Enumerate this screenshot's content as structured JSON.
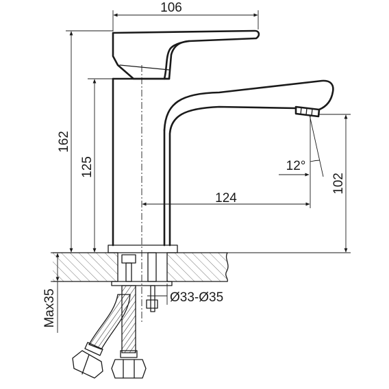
{
  "dimensions": {
    "width_top": "106",
    "height_total": "162",
    "height_body": "125",
    "spout_reach": "124",
    "spout_height": "102",
    "spout_angle": "12°",
    "hole_diameter": "Ø33-Ø35",
    "max_thickness": "Max35"
  },
  "colors": {
    "line": "#1a1a1a",
    "hatch": "#555555",
    "background": "#ffffff"
  }
}
